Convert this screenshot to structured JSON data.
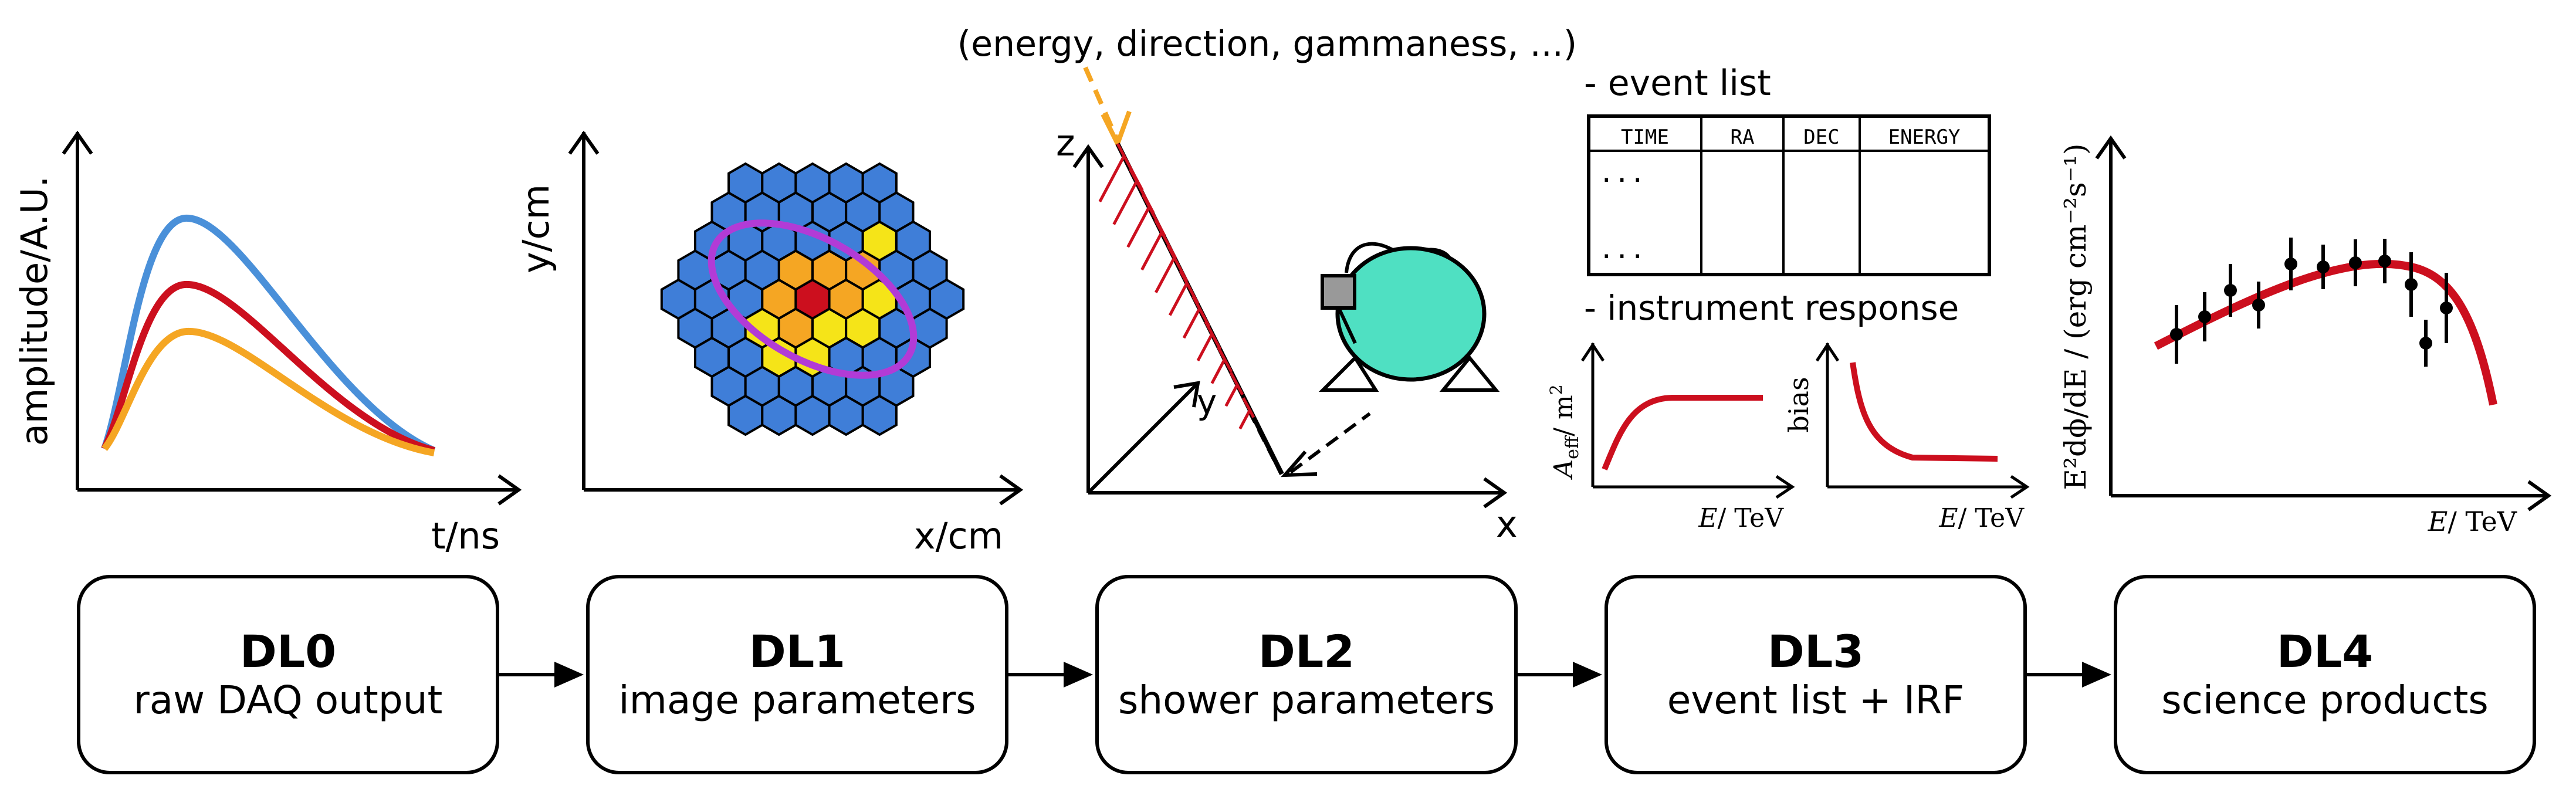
{
  "colors": {
    "blue": "#4a90d9",
    "red": "#cc0f1e",
    "orange": "#f5a623",
    "yellow": "#f5e418",
    "purple": "#b23bd6",
    "hex_blue": "#3f7ed8",
    "teal": "#4fe0c2",
    "gray": "#999999"
  },
  "dl0": {
    "y_label": "amplitude/A.U.",
    "x_label": "t/ns",
    "icon": "waveform-plot-icon",
    "code": "DL0",
    "description": "raw DAQ output"
  },
  "dl1": {
    "y_label": "y/cm",
    "x_label": "x/cm",
    "icon": "hexagonal-camera-image-icon",
    "code": "DL1",
    "description": "image parameters"
  },
  "dl2": {
    "top_label": "(energy, direction, gammaness, ...)",
    "z_label": "z",
    "y_label": "y",
    "x_label": "x",
    "icon": "air-shower-telescope-icon",
    "code": "DL2",
    "description": "shower parameters"
  },
  "dl3": {
    "event_list_label": "- event list",
    "table_headers": [
      "TIME",
      "RA",
      "DEC",
      "ENERGY"
    ],
    "table_rows": [
      "...",
      "..."
    ],
    "irf_label": "- instrument response",
    "aeff_y_label_main": "A",
    "aeff_y_label_sub": "eff",
    "aeff_y_label_unit": "/ m",
    "aeff_y_label_pow": "2",
    "aeff_x_label_var": "E",
    "aeff_x_label_unit": "/ TeV",
    "bias_y_label": "bias",
    "bias_x_label_var": "E",
    "bias_x_label_unit": "/ TeV",
    "code": "DL3",
    "description": "event list + IRF"
  },
  "dl4": {
    "y_label": "E²dϕ/dE / (erg cm⁻²s⁻¹)",
    "x_label_var": "E",
    "x_label_unit": "/ TeV",
    "icon": "spectrum-plot-icon",
    "code": "DL4",
    "description": "science products"
  }
}
